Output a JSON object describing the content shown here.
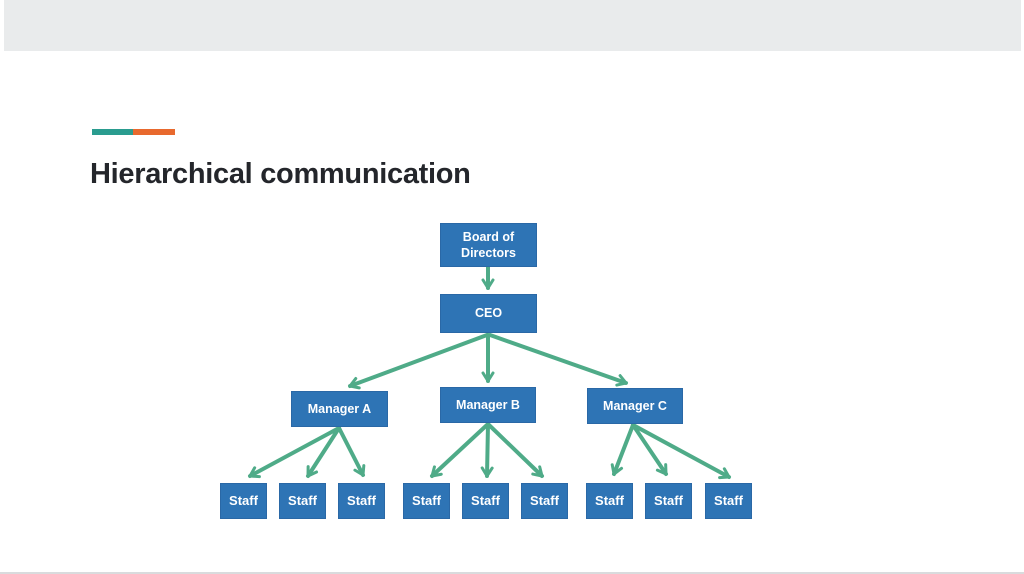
{
  "slide": {
    "title": "Hierarchical communication",
    "accent_bar": {
      "teal": "#2a9c8f",
      "orange": "#e8692e"
    },
    "colors": {
      "background": "#ffffff",
      "top_band": "#e9ebec",
      "bottom_rule": "#d9dbdd",
      "title": "#24262b"
    }
  },
  "org_chart": {
    "type": "org-chart",
    "node_fill": "#2e74b5",
    "node_text_color": "#ffffff",
    "arrow_color": "#4fab88",
    "board": {
      "label": "Board of Directors",
      "line1": "Board of",
      "line2": "Directors"
    },
    "ceo": {
      "label": "CEO"
    },
    "managers": [
      {
        "label": "Manager A"
      },
      {
        "label": "Manager B"
      },
      {
        "label": "Manager C"
      }
    ],
    "staff": [
      {
        "label": "Staff"
      },
      {
        "label": "Staff"
      },
      {
        "label": "Staff"
      },
      {
        "label": "Staff"
      },
      {
        "label": "Staff"
      },
      {
        "label": "Staff"
      },
      {
        "label": "Staff"
      },
      {
        "label": "Staff"
      },
      {
        "label": "Staff"
      }
    ],
    "edges": [
      {
        "from": "Board of Directors",
        "to": "CEO"
      },
      {
        "from": "CEO",
        "to": "Manager A"
      },
      {
        "from": "CEO",
        "to": "Manager B"
      },
      {
        "from": "CEO",
        "to": "Manager C"
      },
      {
        "from": "Manager A",
        "to": "Staff 1"
      },
      {
        "from": "Manager A",
        "to": "Staff 2"
      },
      {
        "from": "Manager A",
        "to": "Staff 3"
      },
      {
        "from": "Manager B",
        "to": "Staff 4"
      },
      {
        "from": "Manager B",
        "to": "Staff 5"
      },
      {
        "from": "Manager B",
        "to": "Staff 6"
      },
      {
        "from": "Manager C",
        "to": "Staff 7"
      },
      {
        "from": "Manager C",
        "to": "Staff 8"
      },
      {
        "from": "Manager C",
        "to": "Staff 9"
      }
    ]
  }
}
